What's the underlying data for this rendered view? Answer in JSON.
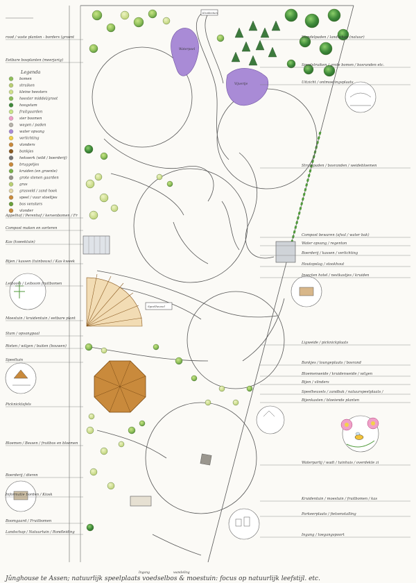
{
  "colors": {
    "paper": "#fbfaf6",
    "ink": "#3a3a3a",
    "tree_green": "#8fbf5a",
    "tree_dark": "#3f8a3a",
    "shrub_light": "#cfe08a",
    "water": "#a98bd6",
    "wood": "#c98a3c",
    "stone": "#b7b3aa"
  },
  "bottom_title": "Jûnghouse te Assen; natuurlijk speelplaats voedselbos & moestuin: focus op natuurlijk leefstijl. etc.",
  "legend": {
    "title": "Legenda",
    "items": [
      "bomen",
      "struiken",
      "kleine heesters",
      "heester middel/groot",
      "hoogstam",
      "fruitgaarden",
      "sier boomen",
      "wegen / paden",
      "water opvang",
      "verlichting",
      "vlonders",
      "bankjes",
      "hekwerk (wild / boerderij)",
      "bruggetjes",
      "kruiden (en groente)",
      "grote stenen gaarden",
      "gras",
      "grasveld / zand hoek",
      "speel / vuur stoeltjes",
      "bos vensters",
      "vlonder"
    ]
  },
  "left_labels": [
    "rood / vaste planten - borders (groenteverdeel)",
    "Eetbare bosplanten (meerjarig)",
    "Appelhof / Perenhof / kersenbomen / Fruitbomen",
    "Compost maken en sorteren",
    "Kas (kweektuin)",
    "Bijen / kassen (tuinbouw) / Kas kweek",
    "Leiboom / Leiboom fruitbomen",
    "Moestuin / kruidentuin / eetbare planten / groenteverdeel",
    "Stam / opvangpaal",
    "Rieten / wilgen / buiten (bouwen)",
    "Speeltuin",
    "Picknicktafels",
    "Bloemen / Bessen / fruitbos en bloemenzaden",
    "Boerderij / dieren",
    "Informatie borden / Kiosk",
    "Boomgaard / Fruitbomen",
    "Landschap / Natuurtuin / Rondleiding"
  ],
  "right_labels": [
    "Wandelpaden / landschap (natuur)",
    "Speelstruiken / grote bomen / bosranden etc.",
    "Uitzicht / ontmoetingsplaats",
    "Struinpaden / bosranden / weidebloemen",
    "Compost bewaren (afval / water bak)",
    "Water opvang / regenton",
    "Boerderij / kassen / verlichting",
    "Houtopslag / stookhout",
    "Insecten hotel / nestkastjes / kruiden",
    "Ligweide / picknickplaats",
    "Bankjes / loungeplaats / bosrand",
    "Bloemenweide / kruidenweide / wilgen",
    "Bijen / vlinders",
    "Speelheuvels / zandbak / natuurspeelplaats / boomstammen",
    "Bijenkasten / bloeiende planten",
    "Waterpartij / wadi / tuinhuis / overdekte zitplaats",
    "Kruidentuin / moestuin / fruitbomen / kas",
    "Parkeerplaats / fietsenstalling",
    "Ingang / toegangspoort"
  ],
  "map_labels": {
    "pond_1": "Waterpoel",
    "pond_2": "Vijvertje",
    "sign_1": "Kruidentuin",
    "sign_2": "Speelheuvel",
    "gate": "Ingang",
    "walking": "wandeling"
  }
}
